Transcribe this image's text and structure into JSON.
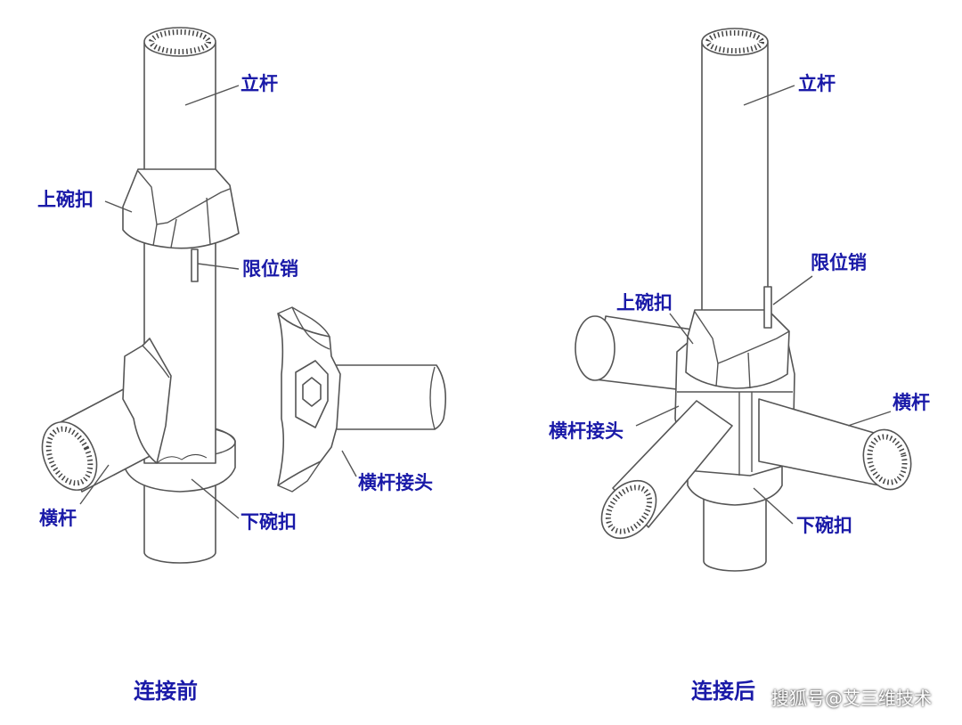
{
  "diagram": {
    "left": {
      "caption": "连接前",
      "labels": {
        "upright": "立杆",
        "upper_cup": "上碗扣",
        "limit_pin": "限位销",
        "crossbar_joint": "横杆接头",
        "crossbar": "横杆",
        "lower_cup": "下碗扣"
      }
    },
    "right": {
      "caption": "连接后",
      "labels": {
        "upright": "立杆",
        "limit_pin": "限位销",
        "upper_cup": "上碗扣",
        "crossbar": "横杆",
        "crossbar_joint": "横杆接头",
        "lower_cup": "下碗扣"
      }
    },
    "colors": {
      "line": "#555555",
      "label": "#1a1aa8",
      "pipe_wall": "#ffffff"
    }
  },
  "watermark": "搜狐号@艾三维技术"
}
